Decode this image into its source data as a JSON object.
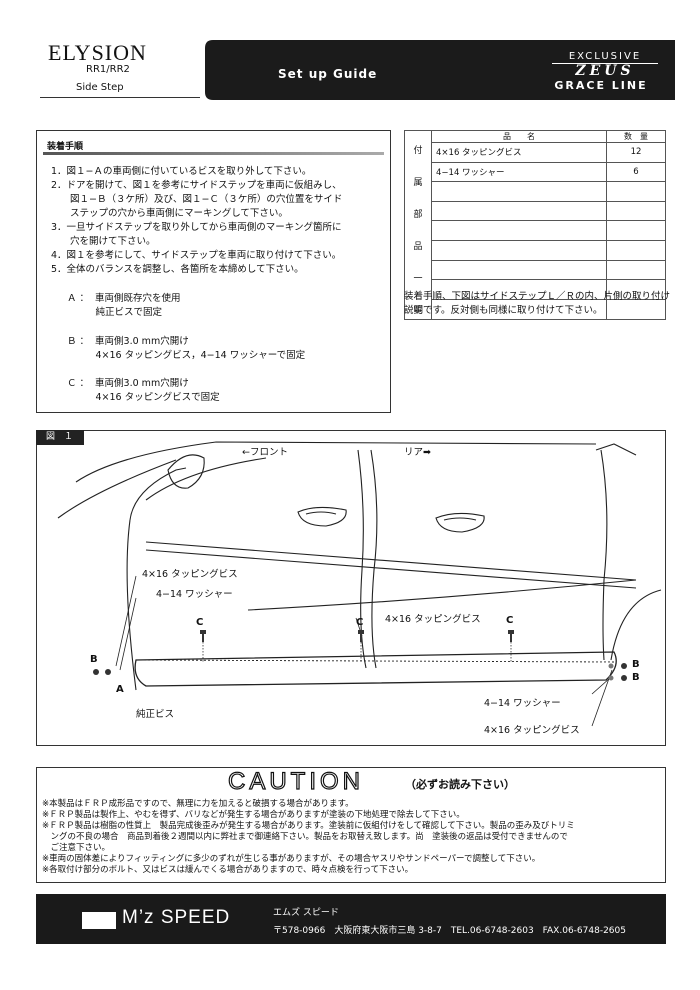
{
  "header": {
    "model": "ELYSION",
    "chassis": "RR1/RR2",
    "part": "Side Step",
    "title": "Set up Guide",
    "brand_exclusive": "EXCLUSIVE",
    "brand_zeus": "ZEUS",
    "brand_grace": "GRACE LINE"
  },
  "steps": {
    "title": "装着手順",
    "items": [
      "1．図１−Ａの車両側に付いているビスを取り外して下さい。",
      "2．ドアを開けて、図１を参考にサイドステップを車両に仮組みし、",
      "　　図１−Ｂ（３ケ所）及び、図１−Ｃ（３ケ所）の穴位置をサイド",
      "　　ステップの穴から車両側にマーキングして下さい。",
      "3．一旦サイドステップを取り外してから車両側のマーキング箇所に",
      "　　穴を開けて下さい。",
      "4．図１を参考にして、サイドステップを車両に取り付けて下さい。",
      "5．全体のバランスを調整し、各箇所を本締めして下さい。"
    ],
    "options": [
      "Ａ ：  車両側既存穴を使用",
      "　　　純正ビスで固定",
      "Ｂ ：  車両側3.0 mm穴開け",
      "　　　4×16 タッピングビス，4−14 ワッシャーで固定",
      "Ｃ ：  車両側3.0 mm穴開け",
      "　　　4×16 タッピングビスで固定"
    ]
  },
  "parts": {
    "side_label": [
      "付",
      "属",
      "部",
      "品",
      "一",
      "覧"
    ],
    "col_name": "品　　名",
    "col_qty": "数　量",
    "rows": [
      {
        "name": "4×16 タッピングビス",
        "qty": "12"
      },
      {
        "name": "4−14 ワッシャー",
        "qty": "6"
      },
      {
        "name": "",
        "qty": ""
      },
      {
        "name": "",
        "qty": ""
      },
      {
        "name": "",
        "qty": ""
      },
      {
        "name": "",
        "qty": ""
      },
      {
        "name": "",
        "qty": ""
      },
      {
        "name": "",
        "qty": ""
      },
      {
        "name": "",
        "qty": ""
      }
    ]
  },
  "install_note": "装着手順、下図はサイドステップＬ／Ｒの内、片側の取り付け説明です。反対側も同様に取り付けて下さい。",
  "figure": {
    "tag": "図　１",
    "front": "←フロント",
    "rear": "リア➡",
    "labels": {
      "tap_screw_left": "4×16 タッピングビス",
      "washer_left": "4−14 ワッシャー",
      "tap_screw_center": "4×16 タッピングビス",
      "washer_right": "4−14 ワッシャー",
      "tap_screw_right": "4×16 タッピングビス",
      "oem_screw": "純正ビス",
      "A": "A",
      "B": "B",
      "C": "C"
    }
  },
  "caution": {
    "title": "CAUTION",
    "subtitle": "（必ずお読み下さい）",
    "notes": [
      "※本製品はＦＲＰ成形品ですので、無理に力を加えると破損する場合があります。",
      "※ＦＲＰ製品は製作上、やむを得ず、バリなどが発生する場合がありますが塗装の下地処理で除去して下さい。",
      "※ＦＲＰ製品は樹脂の性質上　製品完成後歪みが発生する場合があります。塗装前に仮組付けをして確認して下さい。製品の歪み及びトリミ",
      "　ングの不良の場合　商品到着後２週間以内に弊社まで御連絡下さい。製品をお取替え致します。尚　塗装後の返品は受付できませんので",
      "　ご注意下さい。",
      "※車両の固体差によりフィッティングに多少のずれが生じる事がありますが、その場合ヤスリやサンドペーパーで調整して下さい。",
      "※各取付け部分のボルト、又はビスは緩んでくる場合がありますので、時々点検を行って下さい。"
    ]
  },
  "footer": {
    "brand": "M’z SPEED",
    "company": "エムズ スピード",
    "address": "〒578-0966　大阪府東大阪市三島 3-8-7　TEL.06-6748-2603　FAX.06-6748-2605"
  }
}
